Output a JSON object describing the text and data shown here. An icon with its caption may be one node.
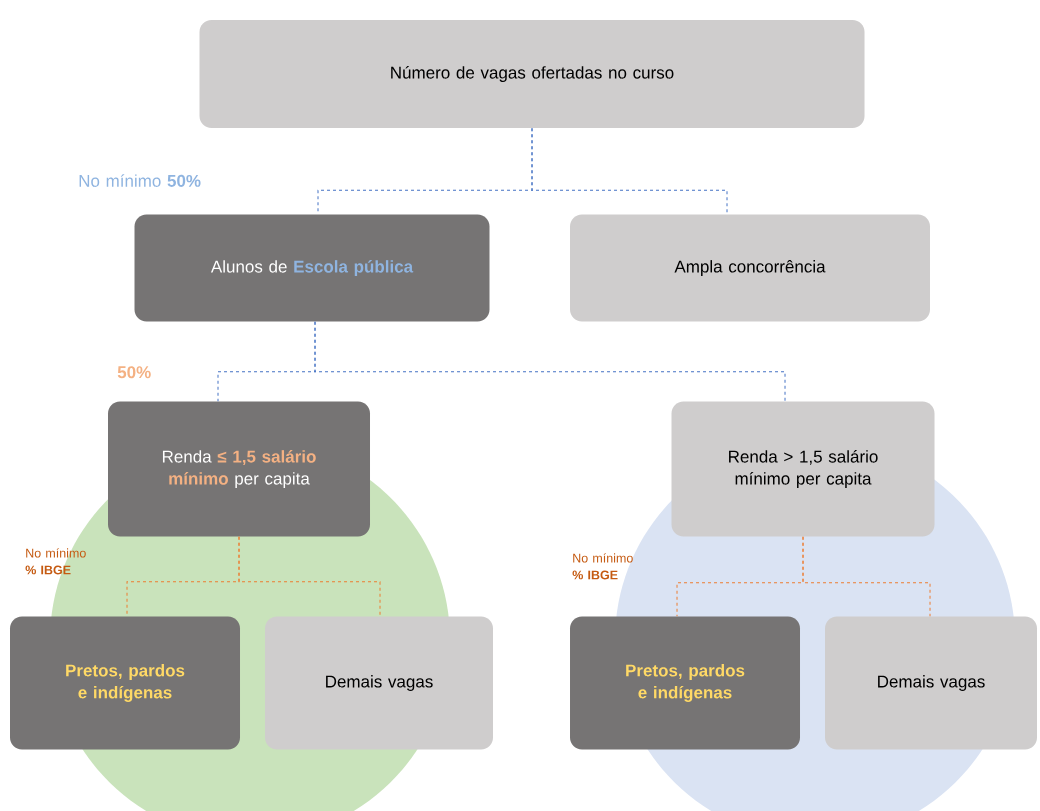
{
  "diagram": {
    "nodes": [
      {
        "text": [
          "Número de vagas ofertadas no curso"
        ]
      },
      {
        "text": [
          "Alunos de",
          "Escola pública"
        ]
      },
      {
        "text": [
          "Ampla concorrência"
        ]
      },
      {
        "text": [
          "Renda",
          "≤ 1,5 salário mínimo",
          "per capita"
        ]
      },
      {
        "text": [
          "Renda > 1,5 salário mínimo per capita"
        ]
      },
      {
        "text": [
          "Pretos, pardos e indígenas"
        ]
      },
      {
        "text": [
          "Demais vagas"
        ]
      },
      {
        "text": [
          "Pretos, pardos e indígenas"
        ]
      },
      {
        "text": [
          "Demais vagas"
        ]
      }
    ],
    "edges": [
      {
        "from": 0,
        "to": 1,
        "arrow": "none",
        "style": "dashed",
        "color": "#4472c4"
      },
      {
        "from": 0,
        "to": 2,
        "arrow": "none",
        "style": "dashed",
        "color": "#4472c4"
      },
      {
        "from": 1,
        "to": 3,
        "arrow": "none",
        "style": "dashed",
        "color": "#4472c4"
      },
      {
        "from": 1,
        "to": 4,
        "arrow": "none",
        "style": "dashed",
        "color": "#4472c4"
      },
      {
        "from": 3,
        "to": 5,
        "arrow": "none",
        "style": "dashed",
        "color": "#ed7d31"
      },
      {
        "from": 3,
        "to": 6,
        "arrow": "none",
        "style": "dashed",
        "color": "#ed7d31"
      },
      {
        "from": 4,
        "to": 7,
        "arrow": "none",
        "style": "dashed",
        "color": "#ed7d31"
      },
      {
        "from": 4,
        "to": 8,
        "arrow": "none",
        "style": "dashed",
        "color": "#ed7d31"
      }
    ],
    "labels": [
      "No mínimo **50%**",
      "50%",
      "No mínimo **% IBGE**",
      "No mínimo **% IBGE**"
    ]
  }
}
